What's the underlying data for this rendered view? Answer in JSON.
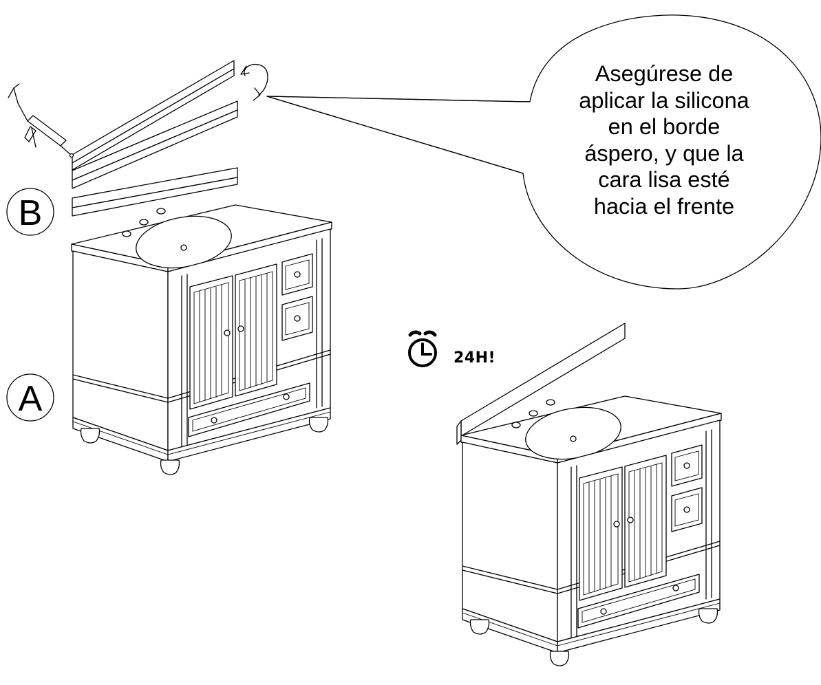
{
  "callout": {
    "lines": [
      "Asegúrese de",
      "aplicar la silicona",
      "en el borde",
      "áspero, y que la",
      "cara lisa esté",
      "hacia el frente"
    ]
  },
  "markers": {
    "part_a": "A",
    "part_b": "B"
  },
  "timer": {
    "icon": "alarm-clock-icon",
    "label": "24H!"
  },
  "icons": [
    "caulk-gun-icon",
    "rotate-arrow-icon",
    "alarm-clock-icon"
  ]
}
